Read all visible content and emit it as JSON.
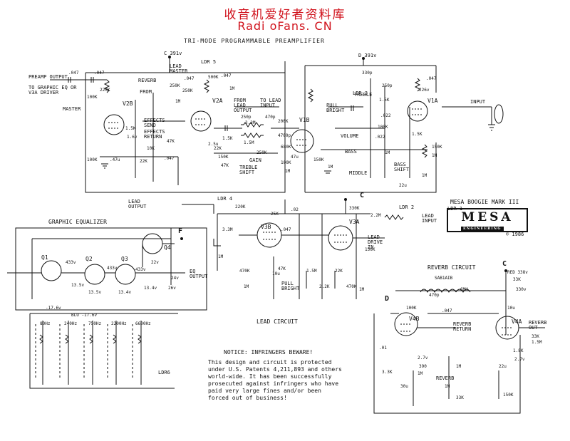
{
  "watermark": {
    "line1": "收音机爱好者资料库",
    "line2": "Radi oFans. CN"
  },
  "title": "TRI-MODE PROGRAMMABLE PREAMPLIFIER",
  "brand": {
    "caption": "MESA BOOGIE MARK III",
    "logo": "MESA",
    "logo_sub": "ENGINEERING",
    "year": "© 1986"
  },
  "sections": {
    "graphic_eq": "GRAPHIC EQUALIZER",
    "lead_circuit": "LEAD CIRCUIT",
    "reverb_circuit": "REVERB CIRCUIT"
  },
  "tubes": {
    "v1a": "V1A",
    "v1b": "V1B",
    "v2a": "V2A",
    "v2b": "V2B",
    "v3a": "V3A",
    "v3b": "V3B",
    "v4a": "V4A",
    "v4b": "V4B"
  },
  "transistors": {
    "q1": "Q1",
    "q2": "Q2",
    "q3": "Q3",
    "q4": "Q4"
  },
  "nodes": {
    "c": "C",
    "d": "D",
    "f": "F",
    "c_voltage": "C 391v",
    "d_voltage": "D 391v"
  },
  "io_labels": {
    "input": "INPUT",
    "preamp_output": "PREAMP OUTPUT",
    "preamp_output_sub": "TO GRAPHIC EQ OR V3A DRIVER",
    "lead_output": "LEAD OUTPUT",
    "eq_output": "EQ OUTPUT",
    "lead_input": "LEAD INPUT",
    "lead_drive_in": "LEAD DRIVE IN",
    "reverb_return": "REVERB RETURN",
    "reverb_out": "REVERB OUT",
    "to_lead_input": "TO LEAD INPUT",
    "from_lead_output": "FROM LEAD OUTPUT",
    "effects_send": "EFFECTS SEND",
    "effects_return": "EFFECTS RETURN"
  },
  "controls": {
    "master": "MASTER",
    "lead_master": "LEAD MASTER",
    "reverb": "REVERB",
    "reverb_from": "FROM",
    "volume": "VOLUME",
    "treble": "TREBLE",
    "bass": "BASS",
    "middle": "MIDDLE",
    "pull_bright": "PULL BRIGHT",
    "pull_bright_2": "PULL BRIGHT",
    "bass_shift": "BASS SHIFT",
    "gain": "GAIN",
    "treble_shift": "TREBLE SHIFT",
    "reverb_pot": "REVERB"
  },
  "ldrs": {
    "ldr1": "LDR 1",
    "ldr2": "LDR 2",
    "ldr3": "LDR 3",
    "ldr4": "LDR 4",
    "ldr5": "LDR 5",
    "ldr6": "LDR6"
  },
  "components": [
    ".047",
    ".047",
    "220K",
    "100K",
    "1.5K",
    "1.6v",
    "100K",
    ".47u",
    "22K",
    "10K",
    ".047",
    "47K",
    ".047",
    "250K",
    "250K",
    "1M",
    "500K",
    ".047",
    "1M",
    "250p",
    "22K",
    "150K",
    "47K",
    "1.5K",
    "2.5u",
    "3.3M",
    "1.5M",
    "200K",
    "470p",
    "4700p",
    "100K",
    "680K",
    "1M",
    "1M",
    "150K",
    "47u",
    "330p",
    "250p",
    "1.5K",
    ".022",
    "100K",
    ".022",
    "1M",
    "226v",
    ".047",
    "1.5K",
    "150K",
    "1M",
    "22u",
    "1M",
    "250K",
    ".047",
    ".02",
    "25K",
    "3.3M",
    "220K",
    "1M",
    "470K",
    "1M",
    "10u",
    "47K",
    "1.5M",
    "2.2K",
    "22K",
    "470K",
    "330K",
    "2.2M",
    "150K",
    "1M",
    "33K",
    "330v",
    "470p",
    "10u",
    "1.8K",
    ".01",
    "390",
    "1M",
    "1M",
    "2.7v",
    "22u",
    "30u",
    ".047",
    "33K",
    "150K"
  ],
  "eq_values": [
    "433v",
    "433v",
    "433v",
    "22v",
    "13.5v",
    "13.5v",
    "13.4v",
    "13.4v",
    "24v",
    "26v",
    "-17.6v",
    "BLU -17.6v"
  ],
  "eq_bands": [
    "80Hz",
    "240Hz",
    "750Hz",
    "2200Hz",
    "6600Hz"
  ],
  "reverb_values": [
    "SAB1AIB",
    "100K",
    "6MH",
    "2.7v",
    "33K",
    "1.5M",
    "1M",
    "3.3K",
    "RED 338v"
  ],
  "notice": {
    "heading": "NOTICE:  INFRINGERS BEWARE!",
    "lines": [
      "This design and circuit is protected",
      "under U.S. Patents 4,211,893 and others",
      "world-wide.  It has been successfully",
      "prosecuted against infringers who have",
      "paid very large fines and/or been",
      "forced out of business!"
    ]
  }
}
